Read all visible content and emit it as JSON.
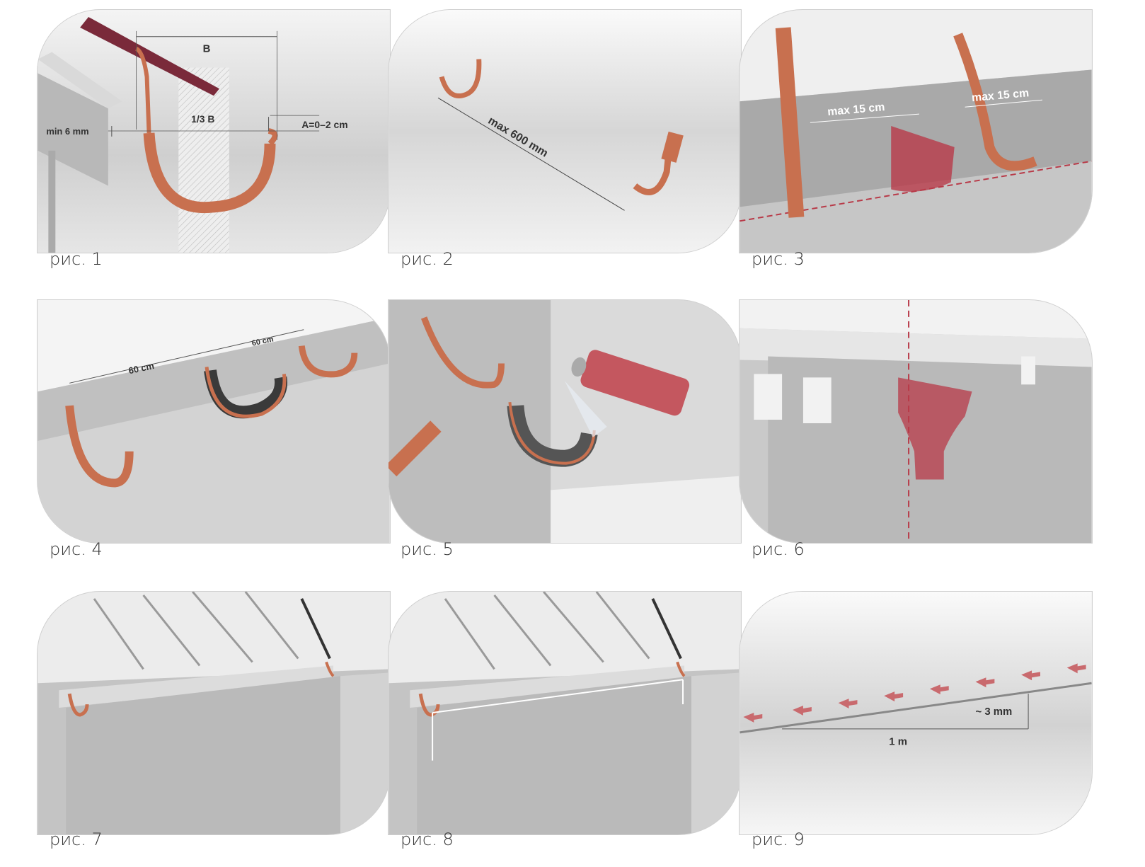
{
  "colors": {
    "copper": "#c8704f",
    "copper_dark": "#8a3d24",
    "gutter_red": "#b83a48",
    "roof_maroon": "#7a2a3a",
    "wall_gray": "#c8c8c8",
    "arrow": "#c96a6e"
  },
  "panels": [
    {
      "caption": "рис. 1",
      "labels": {
        "b": "B",
        "third_b": "1/3 B",
        "a": "A=0–2 cm",
        "min": "min 6 mm"
      }
    },
    {
      "caption": "рис. 2",
      "labels": {
        "max": "max 600 mm"
      }
    },
    {
      "caption": "рис. 3",
      "labels": {
        "max_left": "max 15 cm",
        "max_right": "max 15 cm"
      }
    },
    {
      "caption": "рис. 4",
      "labels": {
        "d1": "60 cm",
        "d2": "60 cm"
      }
    },
    {
      "caption": "рис. 5",
      "labels": {}
    },
    {
      "caption": "рис. 6",
      "labels": {}
    },
    {
      "caption": "рис. 7",
      "labels": {}
    },
    {
      "caption": "рис. 8",
      "labels": {}
    },
    {
      "caption": "рис. 9",
      "labels": {
        "drop": "~ 3 mm",
        "length": "1 m"
      }
    }
  ]
}
